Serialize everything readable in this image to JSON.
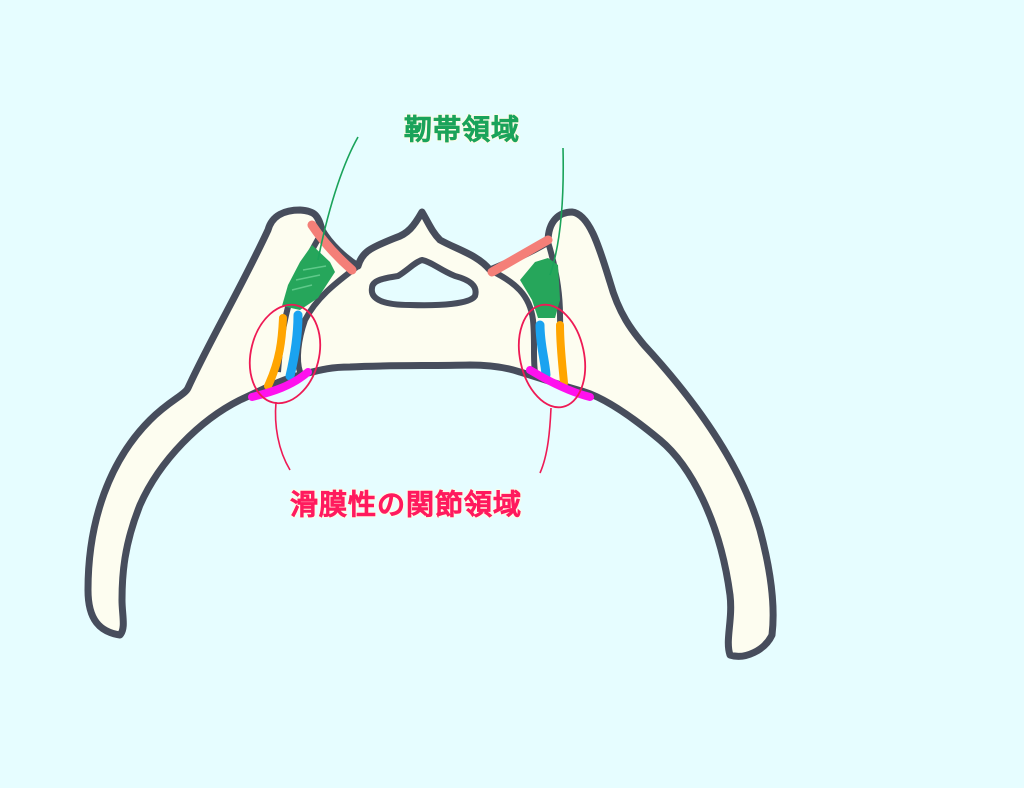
{
  "diagram": {
    "subject": "vertebra with costovertebral (rib) joints, cross-section",
    "background_color": "#e6fdff",
    "bone_fill_color": "#fdfdf0",
    "outline_color": "#474d5c",
    "labels": {
      "ligament_region": {
        "text": "靭帯領域",
        "color": "#1aa35a"
      },
      "synovial_joint_region": {
        "text": "滑膜性の関節領域",
        "color": "#ff1a5e"
      }
    },
    "legend_colors": {
      "ligament_fibers": "#26a65b",
      "ligament_band": "#f47f78",
      "articular_surface_outer": "#ffa500",
      "articular_surface_inner": "#1aa3f0",
      "capsule_base": "#ff11ee",
      "joint_ellipse": "#ee1a55",
      "ligament_leader_line": "#1aa35a",
      "joint_leader_line": "#ee1a55"
    }
  }
}
